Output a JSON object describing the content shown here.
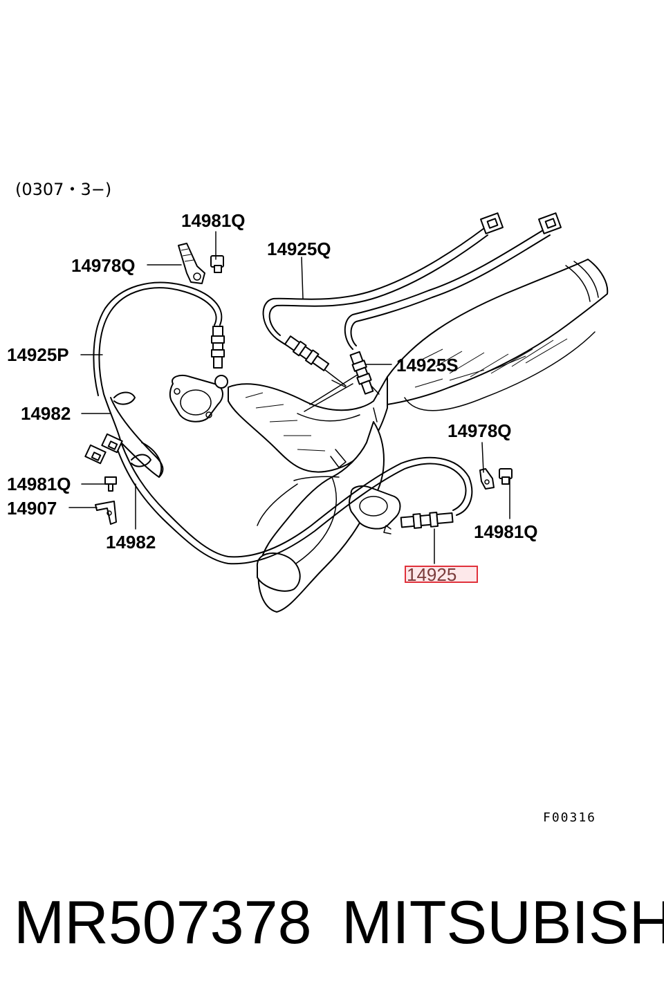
{
  "diagram": {
    "date_range": "(0307・3−)",
    "figure_code": "F00316",
    "highlight_color": "#e0303a",
    "labels": {
      "p14981q_top": "14981Q",
      "p14978q_top": "14978Q",
      "p14925q": "14925Q",
      "p14925p": "14925P",
      "p14925s": "14925S",
      "p14982_left": "14982",
      "p14978q_right": "14978Q",
      "p14981q_left": "14981Q",
      "p14907": "14907",
      "p14981q_right": "14981Q",
      "p14982_bottom": "14982",
      "p14925_highlight": "14925"
    }
  },
  "footer": {
    "part_number": "MR507378",
    "brand": "MITSUBISHI"
  }
}
